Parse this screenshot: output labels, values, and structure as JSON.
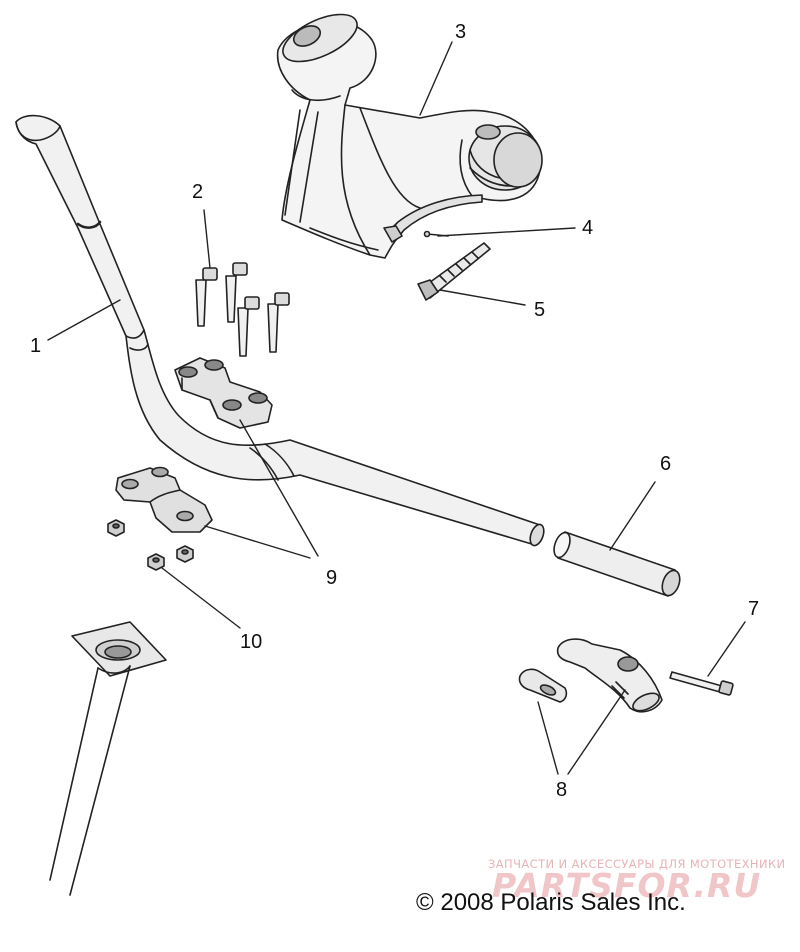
{
  "callouts": {
    "c1": "1",
    "c2": "2",
    "c3": "3",
    "c4": "4",
    "c5": "5",
    "c6": "6",
    "c7": "7",
    "c8": "8",
    "c9": "9",
    "c10": "10"
  },
  "watermark": {
    "tagline": "ЗАПЧАСТИ И АКСЕССУАРЫ ДЛЯ МОТОТЕХНИКИ",
    "logo": "PARTSFOR.RU"
  },
  "footer": {
    "copyright": "© 2008 Polaris Sales Inc."
  }
}
